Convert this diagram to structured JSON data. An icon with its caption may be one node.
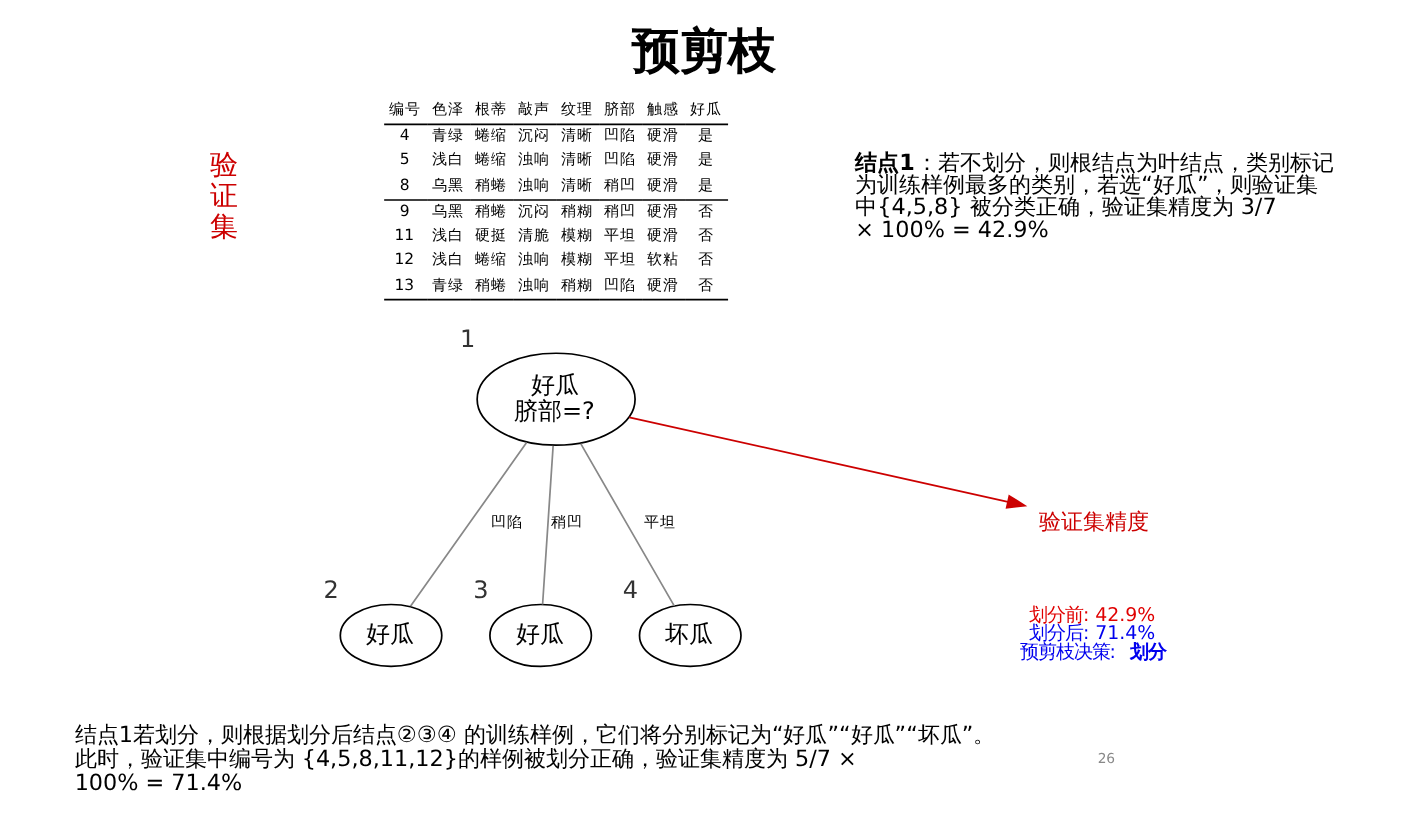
{
  "diagram": {
    "title": "预剪枝",
    "nodes": [
      {
        "text": [
          "好瓜",
          "脐部=?"
        ],
        "beside": [
          "1"
        ]
      },
      {
        "text": [
          "好瓜"
        ],
        "beside": [
          "2"
        ]
      },
      {
        "text": [
          "好瓜"
        ],
        "beside": [
          "3"
        ]
      },
      {
        "text": [
          "坏瓜"
        ],
        "beside": [
          "4"
        ]
      },
      {
        "text": [
          "验证集精度"
        ]
      }
    ],
    "edges": [
      {
        "from": 0,
        "to": 1,
        "arrow": "none",
        "label": "凹陷"
      },
      {
        "from": 0,
        "to": 2,
        "arrow": "none",
        "label": "稍凹"
      },
      {
        "from": 0,
        "to": 3,
        "arrow": "none",
        "label": "平坦"
      },
      {
        "from": 0,
        "to": 4,
        "arrow": "to",
        "color": "#cc0000"
      }
    ],
    "labels": [
      "编号",
      "色泽",
      "根蒂",
      "敲声",
      "纹理",
      "脐部",
      "触感",
      "好瓜",
      "4",
      "青绿",
      "蜷缩",
      "沉闷",
      "清晰",
      "凹陷",
      "硬滑",
      "是",
      "5",
      "浅白",
      "蜷缩",
      "浊响",
      "清晰",
      "凹陷",
      "硬滑",
      "是",
      "8",
      "乌黑",
      "稍蜷",
      "浊响",
      "清晰",
      "稍凹",
      "硬滑",
      "是",
      "9",
      "乌黑",
      "稍蜷",
      "沉闷",
      "稍糊",
      "稍凹",
      "硬滑",
      "否",
      "11",
      "浅白",
      "硬挺",
      "清脆",
      "模糊",
      "平坦",
      "硬滑",
      "否",
      "12",
      "浅白",
      "蜷缩",
      "浊响",
      "模糊",
      "平坦",
      "软粘",
      "否",
      "13",
      "青绿",
      "稍蜷",
      "浊响",
      "稍糊",
      "凹陷",
      "硬滑",
      "否",
      "验证集",
      "**结点1**：若不划分，则根结点为叶结点，类别标记为训练样例最多的类别，若选“好瓜”，则验证集中{4,5,8} 被分类正确，验证集精度为 3/7 × 100% = 42.9%",
      "划分前: 42.9%",
      "划分后: 71.4%",
      "预剪枝决策: **划分**",
      "结点1若划分，则根据划分后结点②③④ 的训练样例，它们将分别标记为“好瓜”“好瓜”“坏瓜”。此时，验证集中编号为 {4,5,8,11,12}的样例被划分正确，验证集精度为 5/7 × 100% = 71.4%",
      "26"
    ]
  }
}
